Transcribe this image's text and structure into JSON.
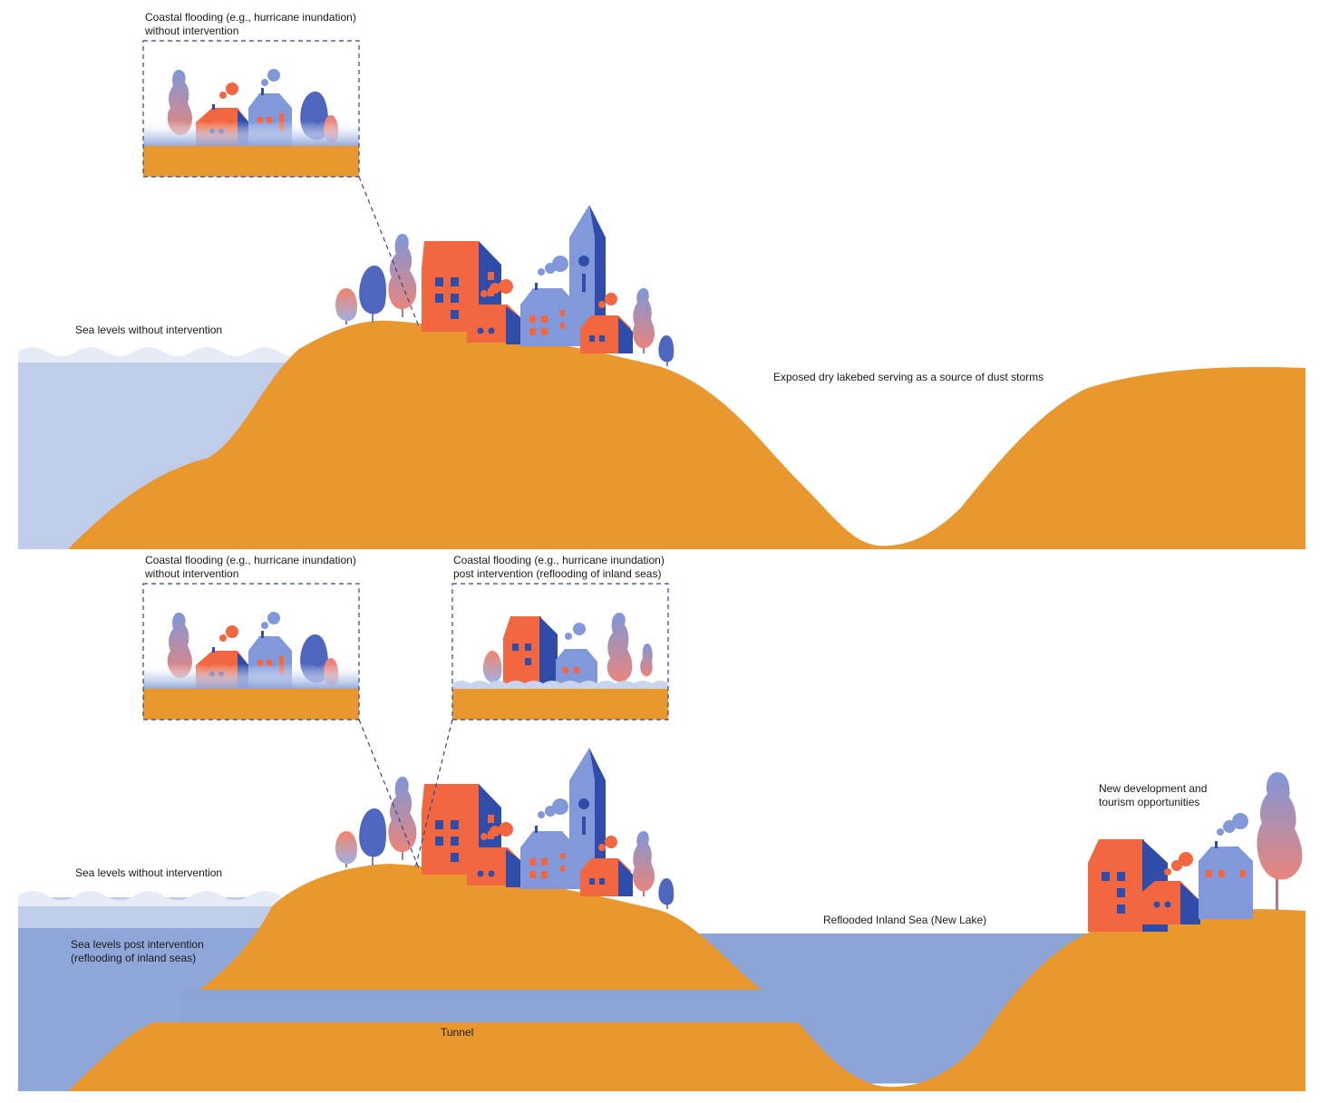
{
  "colors": {
    "ground": "#E9982F",
    "sea_light": "#BFCDEA",
    "sea_mid": "#8FA6D9",
    "lake": "#8CA3D6",
    "wave_foam": "#E5EBF7",
    "house_orange": "#F26640",
    "house_navy": "#2F4CA8",
    "house_periwinkle": "#8199DB",
    "tree_pink": "#E9857C",
    "tree_blue": "#5E75C7",
    "dash": "#34448E"
  },
  "top_panel": {
    "inset_title": {
      "line1": "Coastal flooding  (e.g., hurricane inundation)",
      "line2": "without intervention"
    },
    "sea_label": "Sea levels without intervention",
    "dry_lakebed_label": "Exposed dry lakebed serving as a source of dust storms"
  },
  "bottom_panel": {
    "inset_left_title": {
      "line1": "Coastal flooding  (e.g., hurricane inundation)",
      "line2": "without intervention"
    },
    "inset_right_title": {
      "line1": "Coastal flooding  (e.g., hurricane inundation)",
      "line2": "post intervention (reflooding of inland seas)"
    },
    "sea_label": "Sea levels without intervention",
    "sea_post_label": {
      "line1": "Sea levels post intervention",
      "line2": "(reflooding of inland seas)"
    },
    "lake_label": "Reflooded Inland Sea (New Lake)",
    "new_dev_label": {
      "line1": "New development and",
      "line2": "tourism opportunities"
    },
    "tunnel_label": "Tunnel"
  }
}
